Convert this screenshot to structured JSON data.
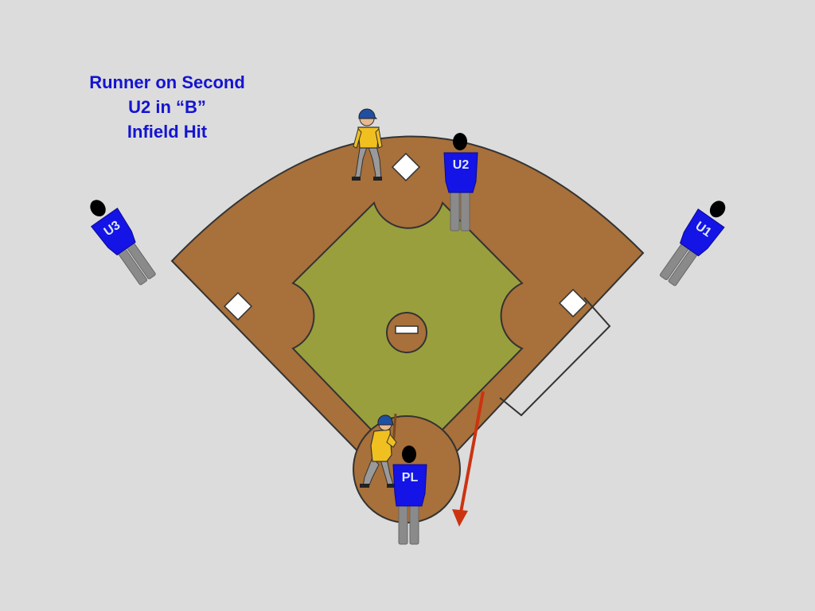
{
  "title_lines": [
    "Runner on Second",
    "U2 in “B”",
    "Infield Hit"
  ],
  "colors": {
    "background": "#dcdcdc",
    "dirt": "#a8703a",
    "grass": "#9a9f3e",
    "umpire_shirt": "#1414e6",
    "umpire_pants": "#8a8a8a",
    "title_text": "#1414d0",
    "arrow": "#cc3311",
    "player_jersey": "#f0c020"
  },
  "umpires": [
    {
      "id": "u2",
      "label": "U2",
      "position": "second-base-area"
    },
    {
      "id": "u3",
      "label": "U3",
      "position": "third-base-line"
    },
    {
      "id": "u1",
      "label": "U1",
      "position": "first-base-line"
    },
    {
      "id": "pl",
      "label": "PL",
      "position": "behind-home-plate"
    }
  ],
  "icons": [
    "runner-on-second-icon",
    "batter-icon",
    "ball-direction-arrow"
  ]
}
